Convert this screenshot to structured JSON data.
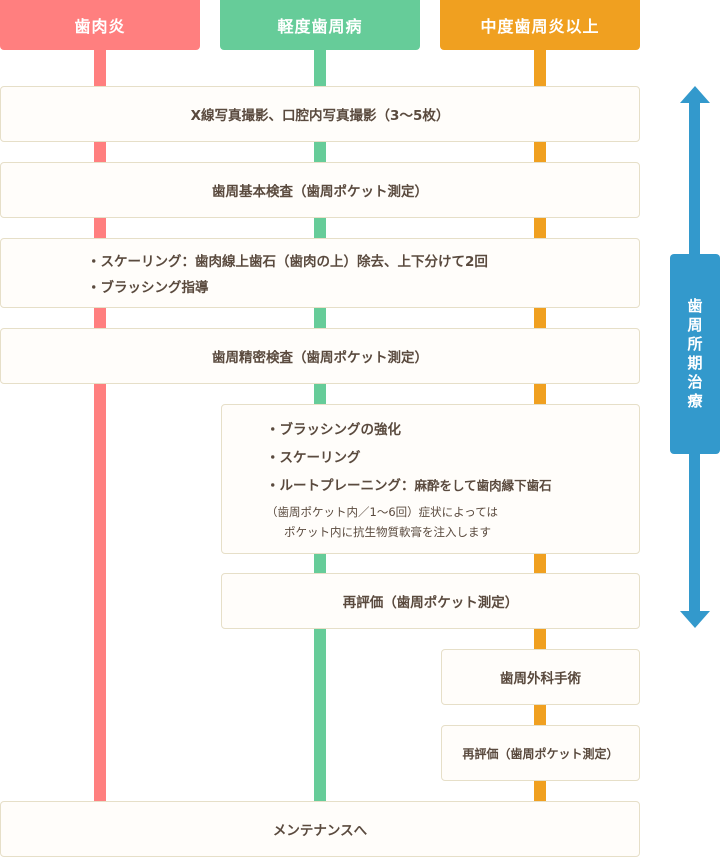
{
  "columns": [
    {
      "label": "歯肉炎",
      "color": "#ff7f7f"
    },
    {
      "label": "軽度歯周病",
      "color": "#66cc99"
    },
    {
      "label": "中度歯周炎以上",
      "color": "#f0a020"
    }
  ],
  "steps": {
    "xray": "X線写真撮影、口腔内写真撮影（3〜5枚）",
    "basic_exam": "歯周基本検査（歯周ポケット測定）",
    "scaling_1": "・スケーリング：歯肉線上歯石（歯肉の上）除去、上下分けて2回",
    "scaling_2": "・ブラッシング指導",
    "precise_exam": "歯周精密検査（歯周ポケット測定）",
    "mild_1": "・ブラッシングの強化",
    "mild_2": "・スケーリング",
    "mild_3a": "・ルートプレーニング：",
    "mild_3b": "麻酔をして歯肉縁下歯石",
    "mild_note_1": "（歯周ポケット内／1〜6回）症状によっては",
    "mild_note_2": "ポケット内に抗生物質軟膏を注入します",
    "reeval_1": "再評価（歯周ポケット測定）",
    "surgery": "歯周外科手術",
    "reeval_2": "再評価（歯周ポケット測定）",
    "maintenance": "メンテナンスへ"
  },
  "period": {
    "label_chars": [
      "歯",
      "周",
      "所",
      "期",
      "治",
      "療"
    ],
    "color": "#3399cc"
  }
}
